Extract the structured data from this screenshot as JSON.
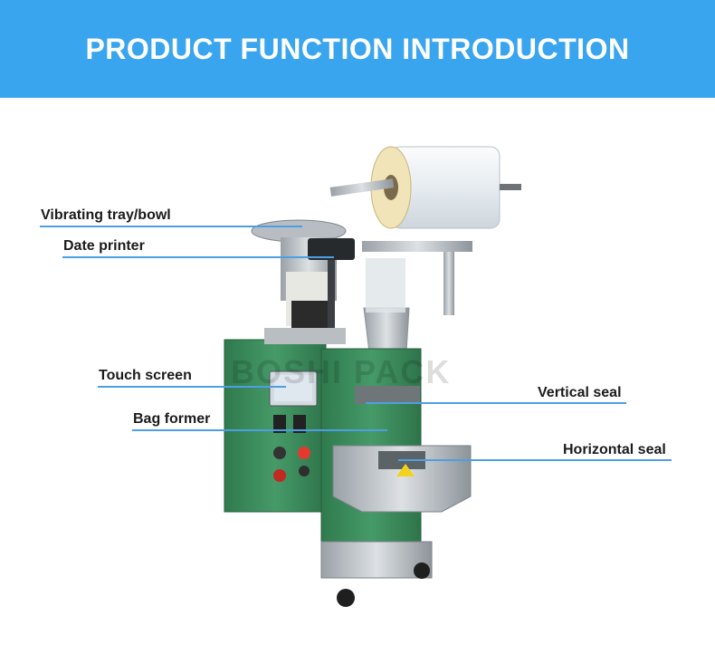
{
  "header": {
    "title": "PRODUCT FUNCTION INTRODUCTION",
    "background": "#3aa5ef"
  },
  "watermark": "BOSHI PACK",
  "callouts": [
    {
      "label": "Vibrating tray/bowl"
    },
    {
      "label": "Date printer"
    },
    {
      "label": "Touch screen"
    },
    {
      "label": "Bag former"
    },
    {
      "label": "Vertical seal"
    },
    {
      "label": "Horizontal seal"
    }
  ],
  "colors": {
    "machine_green": "#3b8a5b",
    "stainless": "#c9cdd1",
    "callout_line": "#4d9fe4"
  }
}
